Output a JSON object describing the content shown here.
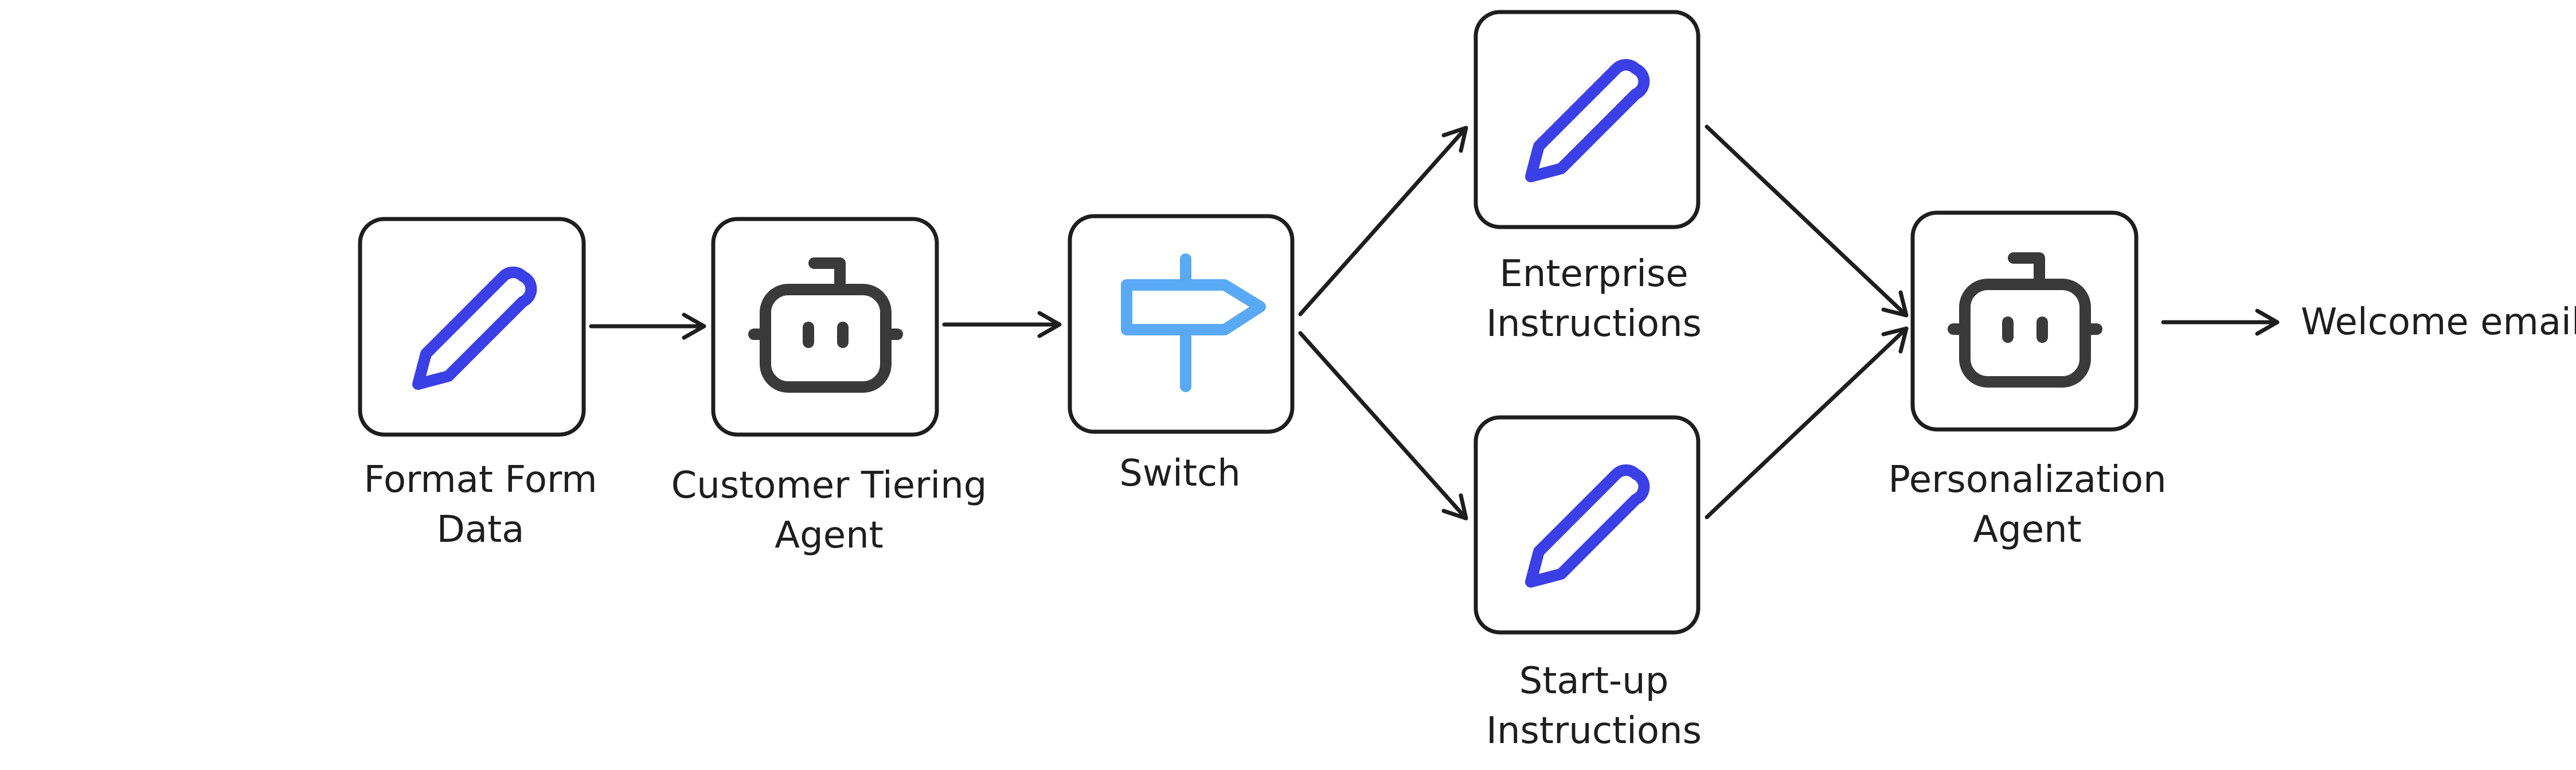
{
  "colors": {
    "outline": "#1e1e1e",
    "pencil_icon": "#3b3fe6",
    "robot_icon": "#3a3a3a",
    "signpost_icon": "#5aa9f4",
    "background": "#ffffff"
  },
  "nodes": [
    {
      "id": "format",
      "icon": "pencil-icon",
      "label_lines": [
        "Format Form",
        "Data"
      ]
    },
    {
      "id": "tiering",
      "icon": "robot-icon",
      "label_lines": [
        "Customer Tiering",
        "Agent"
      ]
    },
    {
      "id": "switch",
      "icon": "signpost-icon",
      "label_lines": [
        "Switch"
      ]
    },
    {
      "id": "enterprise",
      "icon": "pencil-icon",
      "label_lines": [
        "Enterprise",
        "Instructions"
      ]
    },
    {
      "id": "startup",
      "icon": "pencil-icon",
      "label_lines": [
        "Start-up",
        "Instructions"
      ]
    },
    {
      "id": "personalization",
      "icon": "robot-icon",
      "label_lines": [
        "Personalization",
        "Agent"
      ]
    }
  ],
  "edges": [
    {
      "from": "format",
      "to": "tiering"
    },
    {
      "from": "tiering",
      "to": "switch"
    },
    {
      "from": "switch",
      "to": "enterprise"
    },
    {
      "from": "switch",
      "to": "startup"
    },
    {
      "from": "enterprise",
      "to": "personalization"
    },
    {
      "from": "startup",
      "to": "personalization"
    },
    {
      "from": "personalization",
      "to": "output"
    }
  ],
  "output": {
    "label": "Welcome email"
  }
}
